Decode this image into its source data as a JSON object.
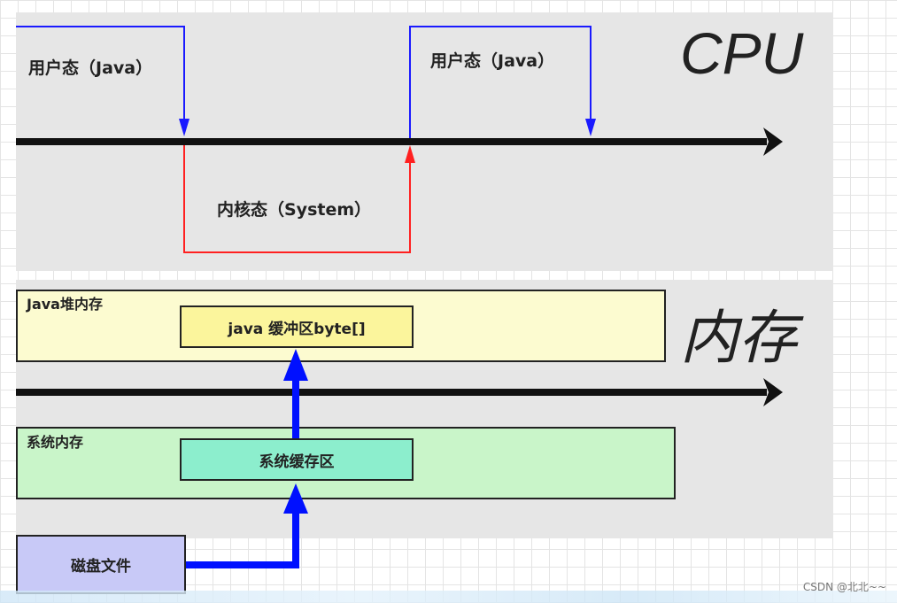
{
  "cpu": {
    "title": "CPU",
    "user_mode_1": "用户态（Java）",
    "user_mode_2": "用户态（Java）",
    "kernel_mode": "内核态（System）"
  },
  "memory": {
    "title": "内存",
    "java_heap": "Java堆内存",
    "java_buffer": "java 缓冲区byte[]",
    "system_memory": "系统内存",
    "system_cache": "系统缓存区"
  },
  "disk": {
    "label": "磁盘文件"
  },
  "watermark": "CSDN @北北~~",
  "colors": {
    "panel": "#e6e6e6",
    "user_line": "#1a1aff",
    "kernel_line": "#ff2020",
    "data_flow": "#0010ff",
    "java_heap_fill": "#fcfbd0",
    "java_buffer_fill": "#fbf59c",
    "system_memory_fill": "#c9f5c9",
    "system_cache_fill": "#8ceecd",
    "disk_fill": "#c8c9f7"
  }
}
